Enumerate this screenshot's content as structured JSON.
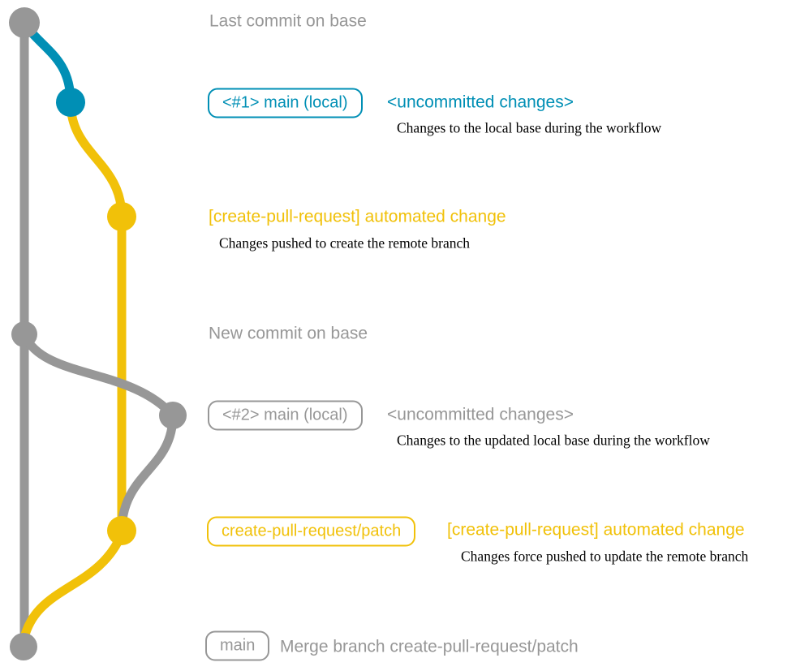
{
  "colors": {
    "gray": "#979797",
    "teal": "#008fb5",
    "yellow": "#f1c109",
    "ink": "#000000",
    "bg": "#ffffff"
  },
  "graph": {
    "type": "git-graph",
    "branches": [
      {
        "name": "base",
        "color_ref": "gray"
      },
      {
        "name": "main (local)",
        "color_ref": "teal"
      },
      {
        "name": "create-pull-request/patch",
        "color_ref": "yellow"
      }
    ],
    "commits": [
      {
        "id": "base-head",
        "branch": "base",
        "message": "Last commit on base"
      },
      {
        "id": "main-local-1",
        "branch": "main (local)",
        "badge": "<#1> main (local)",
        "message": "<uncommitted changes>",
        "note": "Changes to the local base during the workflow"
      },
      {
        "id": "patch-commit-1",
        "branch": "create-pull-request/patch",
        "message": "[create-pull-request] automated change",
        "note": "Changes pushed to create the remote branch"
      },
      {
        "id": "base-new",
        "branch": "base",
        "message": "New commit on base"
      },
      {
        "id": "main-local-2",
        "branch": "main (local)",
        "badge": "<#2> main (local)",
        "message": "<uncommitted changes>",
        "note": "Changes to the updated local base during the workflow"
      },
      {
        "id": "patch-commit-2",
        "branch": "create-pull-request/patch",
        "badge": "create-pull-request/patch",
        "message": "[create-pull-request] automated change",
        "note": "Changes force pushed to update the remote branch"
      },
      {
        "id": "merge-commit",
        "branch": "base",
        "badge": "main",
        "message": "Merge branch create-pull-request/patch"
      }
    ]
  }
}
